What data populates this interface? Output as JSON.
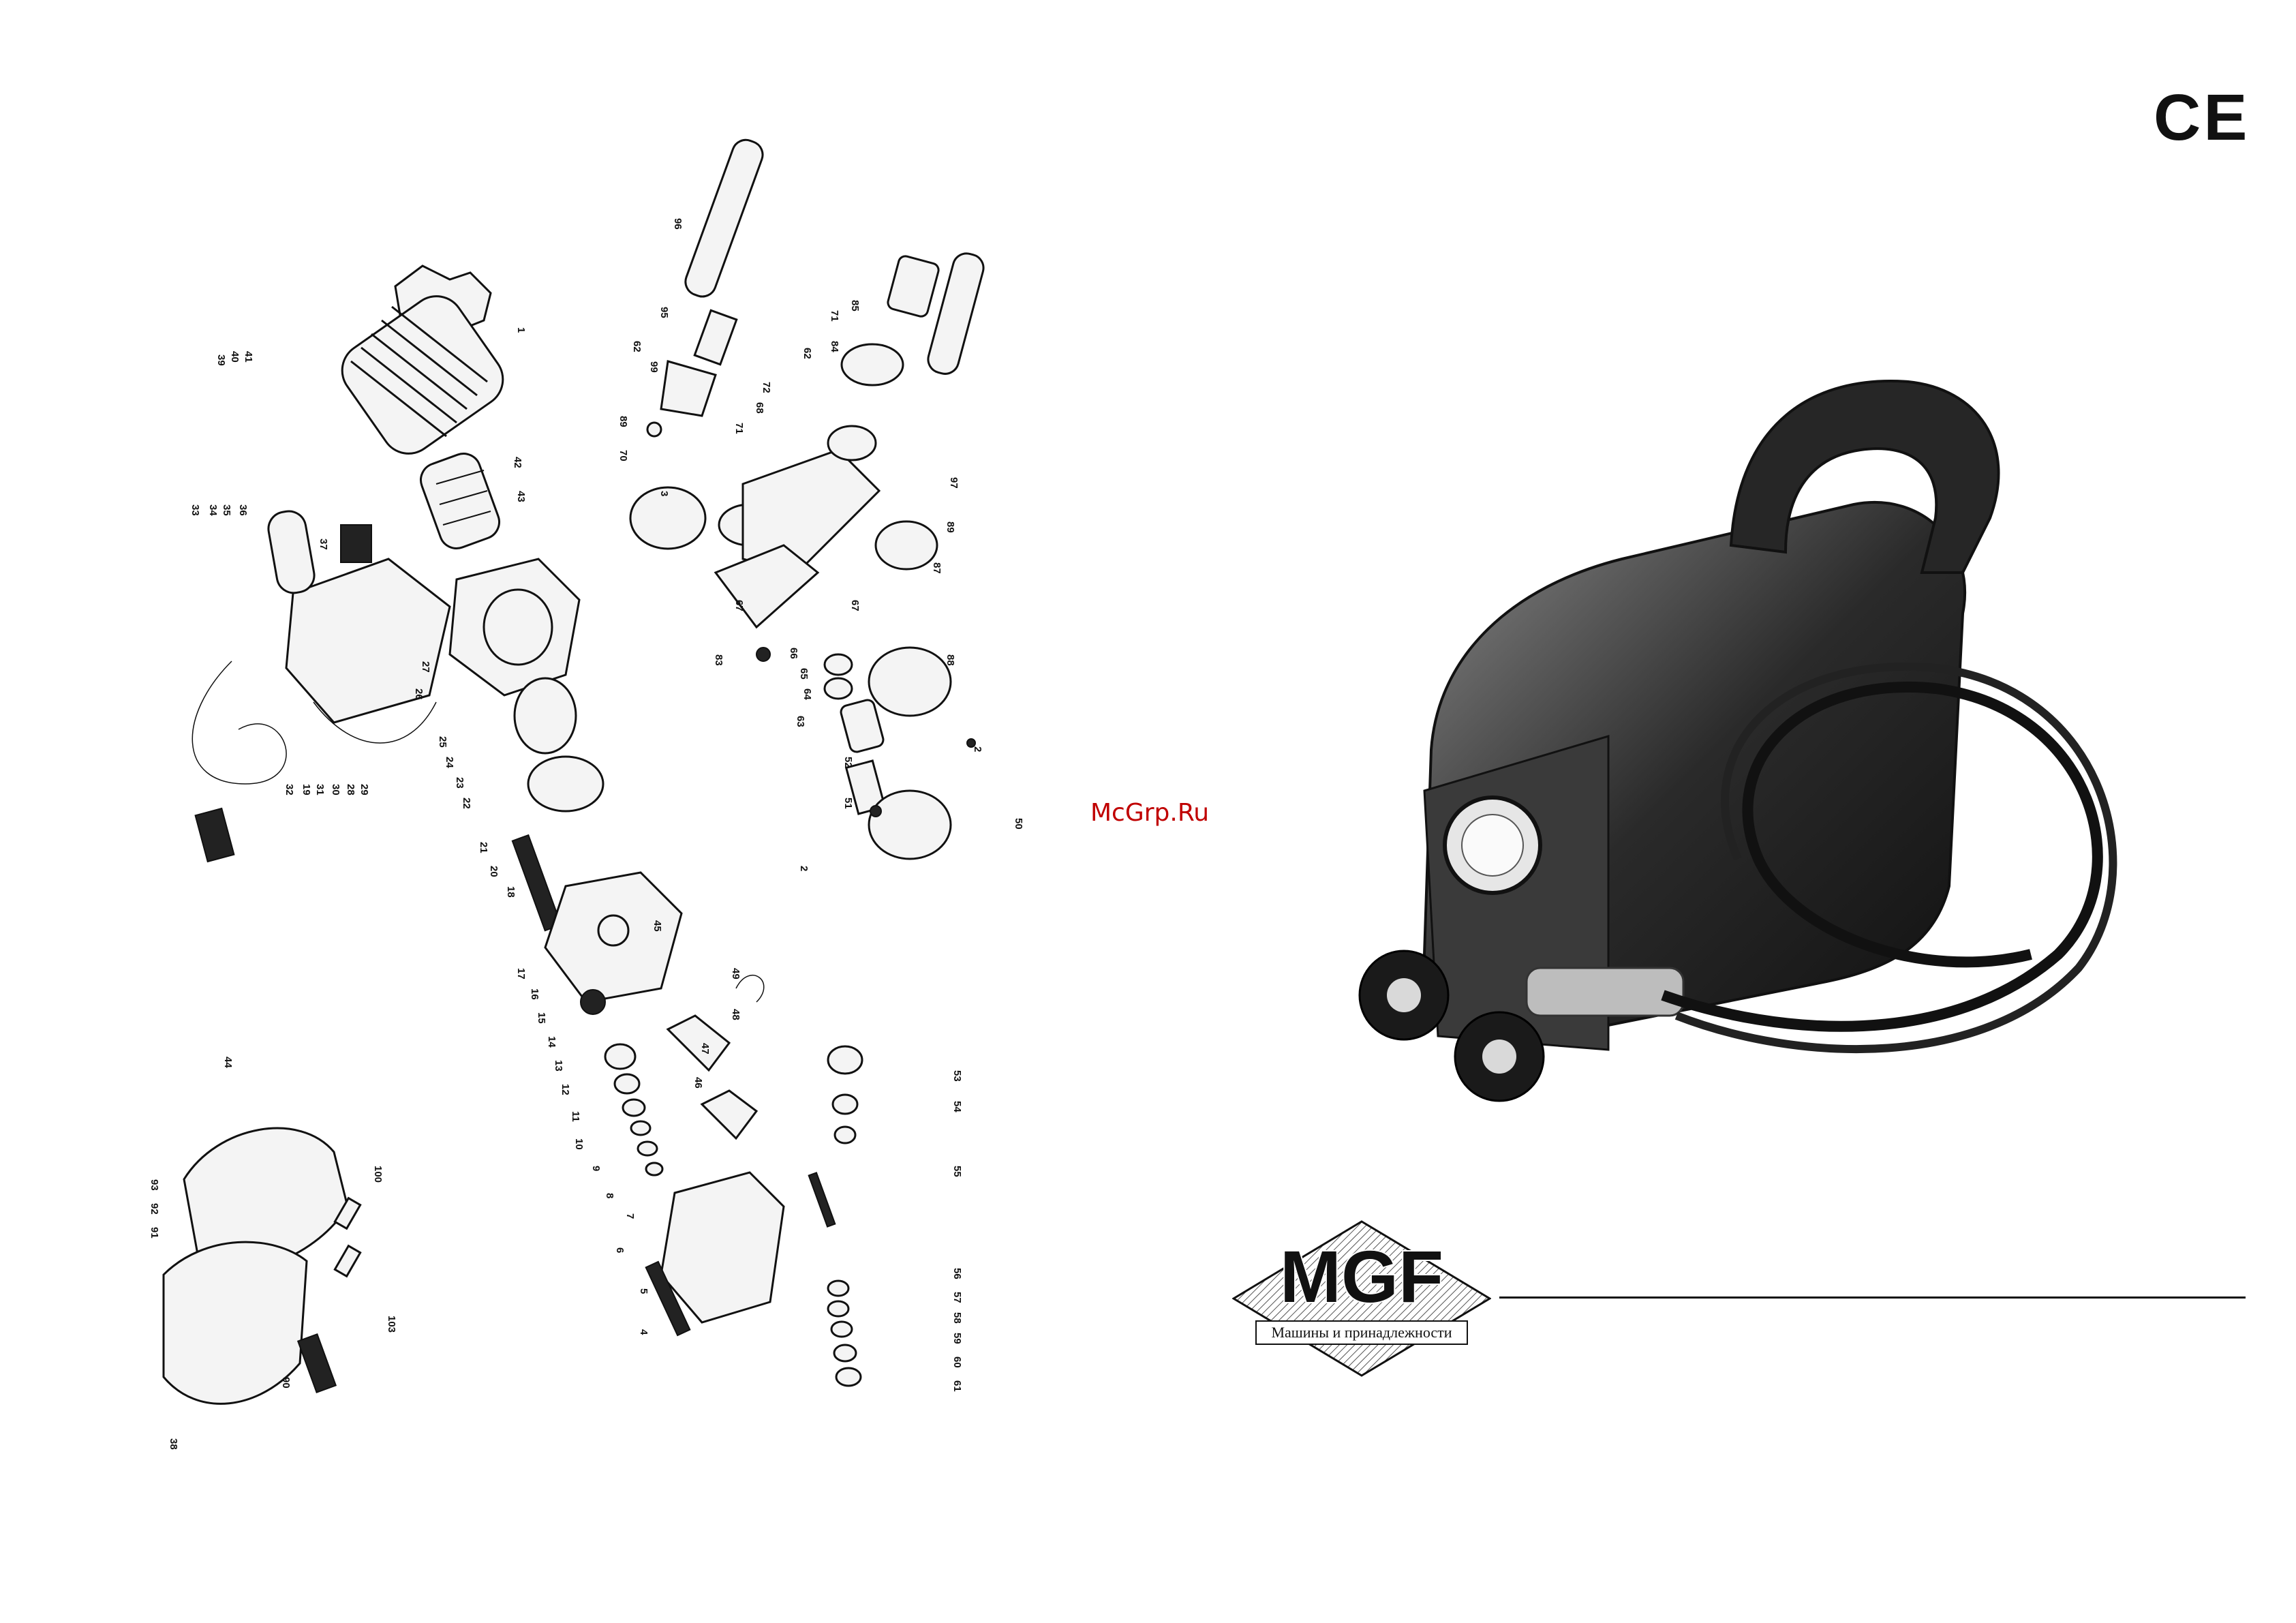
{
  "watermark": "McGrp.Ru",
  "ce_mark": "CE",
  "logo": {
    "brand": "MGF",
    "tagline": "Машины и принадлежности"
  },
  "diagram": {
    "part_numbers": [
      "1",
      "2",
      "3",
      "4",
      "5",
      "6",
      "7",
      "8",
      "9",
      "10",
      "11",
      "12",
      "13",
      "14",
      "15",
      "16",
      "17",
      "18",
      "19",
      "20",
      "21",
      "22",
      "23",
      "24",
      "25",
      "26",
      "27",
      "28",
      "29",
      "30",
      "31",
      "32",
      "33",
      "34",
      "35",
      "36",
      "37",
      "38",
      "39",
      "40",
      "41",
      "42",
      "43",
      "44",
      "45",
      "46",
      "47",
      "48",
      "49",
      "50",
      "51",
      "52",
      "53",
      "54",
      "55",
      "56",
      "57",
      "58",
      "59",
      "60",
      "61",
      "62",
      "63",
      "64",
      "65",
      "66",
      "67",
      "68",
      "70",
      "71",
      "72",
      "83",
      "84",
      "85",
      "87",
      "88",
      "89",
      "90",
      "91",
      "92",
      "93",
      "95",
      "96",
      "97",
      "99",
      "100",
      "103"
    ]
  }
}
